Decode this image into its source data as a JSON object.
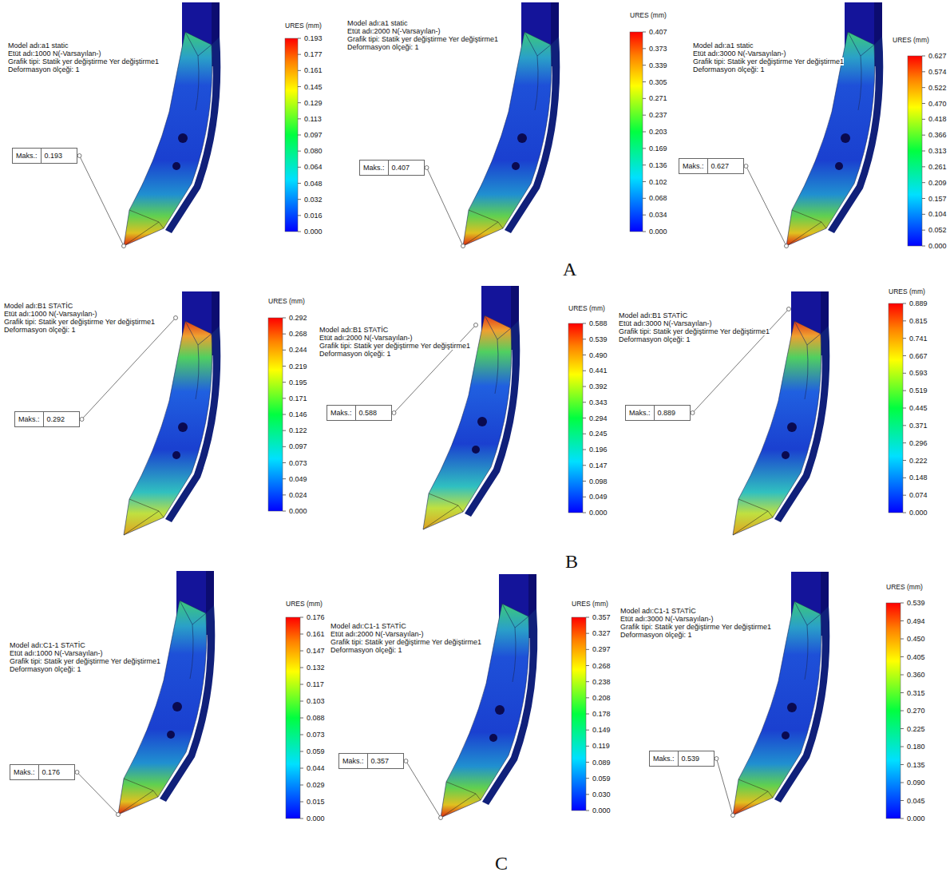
{
  "diagram": {
    "nodes": [
      {
        "text": [
          "Maks.:",
          "0.193"
        ]
      },
      {
        "text": [
          "Maks.:",
          "0.407"
        ]
      },
      {
        "text": [
          "Maks.:",
          "0.627"
        ]
      },
      {
        "text": [
          "Maks.:",
          "0.292"
        ]
      },
      {
        "text": [
          "Maks.:",
          "0.588"
        ]
      },
      {
        "text": [
          "Maks.:",
          "0.889"
        ]
      },
      {
        "text": [
          "Maks.:",
          "0.176"
        ]
      },
      {
        "text": [
          "Maks.:",
          "0.357"
        ]
      },
      {
        "text": [
          "Maks.:",
          "0.539"
        ]
      }
    ],
    "labels": [
      "Model adı:a1 static",
      "Etüt adı:1000 N(-Varsayılan-)",
      "Grafik tipi: Statik yer değiştirme Yer değiştirme1",
      "Deformasyon ölçeği: 1",
      "URES (mm)",
      "0.193",
      "0.177",
      "0.161",
      "0.145",
      "0.129",
      "0.113",
      "0.097",
      "0.080",
      "0.064",
      "0.048",
      "0.032",
      "0.016",
      "0.000",
      "Model adı:a1 static",
      "Etüt adı:2000 N(-Varsayılan-)",
      "Grafik tipi: Statik yer değiştirme Yer değiştirme1",
      "Deformasyon ölçeği: 1",
      "URES (mm)",
      "0.407",
      "0.373",
      "0.339",
      "0.305",
      "0.271",
      "0.237",
      "0.203",
      "0.169",
      "0.136",
      "0.102",
      "0.068",
      "0.034",
      "0.000",
      "Model adı:a1 static",
      "Etüt adı:3000 N(-Varsayılan-)",
      "Grafik tipi: Statik yer değiştirme Yer değiştirme1",
      "Deformasyon ölçeği: 1",
      "URES (mm)",
      "0.627",
      "0.574",
      "0.522",
      "0.470",
      "0.418",
      "0.366",
      "0.313",
      "0.261",
      "0.209",
      "0.157",
      "0.104",
      "0.052",
      "0.000",
      "A",
      "Model adı:B1 STATİC",
      "Etüt adı:1000 N(-Varsayılan-)",
      "Grafik tipi: Statik yer değiştirme Yer değiştirme1",
      "Deformasyon ölçeği: 1",
      "URES (mm)",
      "0.292",
      "0.268",
      "0.244",
      "0.219",
      "0.195",
      "0.171",
      "0.146",
      "0.122",
      "0.097",
      "0.073",
      "0.049",
      "0.024",
      "0.000",
      "Model adı:B1 STATİC",
      "Etüt adı:2000 N(-Varsayılan-)",
      "Grafik tipi: Statik yer değiştirme Yer değiştirme1",
      "Deformasyon ölçeği: 1",
      "URES (mm)",
      "0.588",
      "0.539",
      "0.490",
      "0.441",
      "0.392",
      "0.343",
      "0.294",
      "0.245",
      "0.196",
      "0.147",
      "0.098",
      "0.049",
      "0.000",
      "Model adı:B1 STATİC",
      "Etüt adı:3000 N(-Varsayılan-)",
      "Grafik tipi: Statik yer değiştirme Yer değiştirme1",
      "Deformasyon ölçeği: 1",
      "URES (mm)",
      "0.889",
      "0.815",
      "0.741",
      "0.667",
      "0.593",
      "0.519",
      "0.445",
      "0.371",
      "0.296",
      "0.222",
      "0.148",
      "0.074",
      "0.000",
      "B",
      "Model adı:C1-1 STATİC",
      "Etüt adı:1000 N(-Varsayılan-)",
      "Grafik tipi: Statik yer değiştirme Yer değiştirme1",
      "Deformasyon ölçeği: 1",
      "URES (mm)",
      "0.176",
      "0.161",
      "0.147",
      "0.132",
      "0.117",
      "0.103",
      "0.088",
      "0.073",
      "0.059",
      "0.044",
      "0.029",
      "0.015",
      "0.000",
      "Model adı:C1-1 STATİC",
      "Etüt adı:2000 N(-Varsayılan-)",
      "Grafik tipi: Statik yer değiştirme Yer değiştirme1",
      "Deformasyon ölçeği: 1",
      "URES (mm)",
      "0.357",
      "0.327",
      "0.297",
      "0.268",
      "0.238",
      "0.208",
      "0.178",
      "0.149",
      "0.119",
      "0.089",
      "0.059",
      "0.030",
      "0.000",
      "Model adı:C1-1 STATİC",
      "Etüt adı:3000 N(-Varsayılan-)",
      "Grafik tipi: Statik yer değiştirme Yer değiştirme1",
      "Deformasyon ölçeği: 1",
      "URES (mm)",
      "0.539",
      "0.494",
      "0.450",
      "0.405",
      "0.360",
      "0.315",
      "0.270",
      "0.225",
      "0.180",
      "0.135",
      "0.090",
      "0.045",
      "0.000",
      "C"
    ]
  }
}
